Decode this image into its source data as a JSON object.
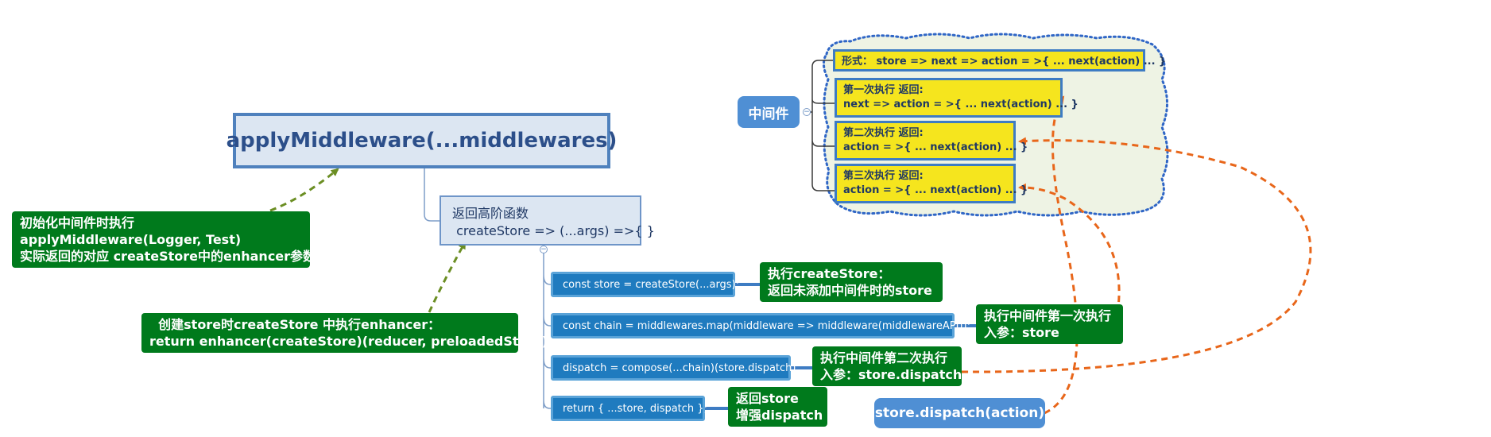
{
  "root": {
    "label": "applyMiddleware(...middlewares)"
  },
  "hof": {
    "line1": "返回高阶函数",
    "line2": " createStore => (...args) =>{ }"
  },
  "steps": [
    {
      "code": "const store = createStore(...args);",
      "note": "执行createStore：\n返回未添加中间件时的store"
    },
    {
      "code": "const chain = middlewares.map(middleware => middleware(middlewareAPI));",
      "note": "执行中间件第一次执行\n入参：store"
    },
    {
      "code": "dispatch = compose(...chain)(store.dispatch)",
      "note": "执行中间件第二次执行\n入参：store.dispatch"
    },
    {
      "code": "return {  ...store, dispatch };",
      "note": "返回store\n增强dispatch"
    }
  ],
  "notes": {
    "init": "初始化中间件时执行\napplyMiddleware(Logger, Test)\n实际返回的对应 createStore中的enhancer参数",
    "create": "  创建store时createStore 中执行enhancer：\nreturn enhancer(createStore)(reducer, preloadedState);"
  },
  "middleware": {
    "label": "中间件",
    "items": [
      "形式： store => next => action = >{ ... next(action) ... }",
      "第一次执行 返回:\nnext => action = >{ ... next(action) ... }",
      "第二次执行 返回:\naction = >{ ... next(action) ... }",
      "第三次执行 返回:\naction = >{ ... next(action) ... }"
    ]
  },
  "dispatch_label": "store.dispatch(action)",
  "colors": {
    "note_green": "#007a1c",
    "code_blue": "#1f7bbf",
    "arrow_orange": "#e8661a",
    "arrow_green": "#6b8e23",
    "yellow": "#f5e51e"
  }
}
